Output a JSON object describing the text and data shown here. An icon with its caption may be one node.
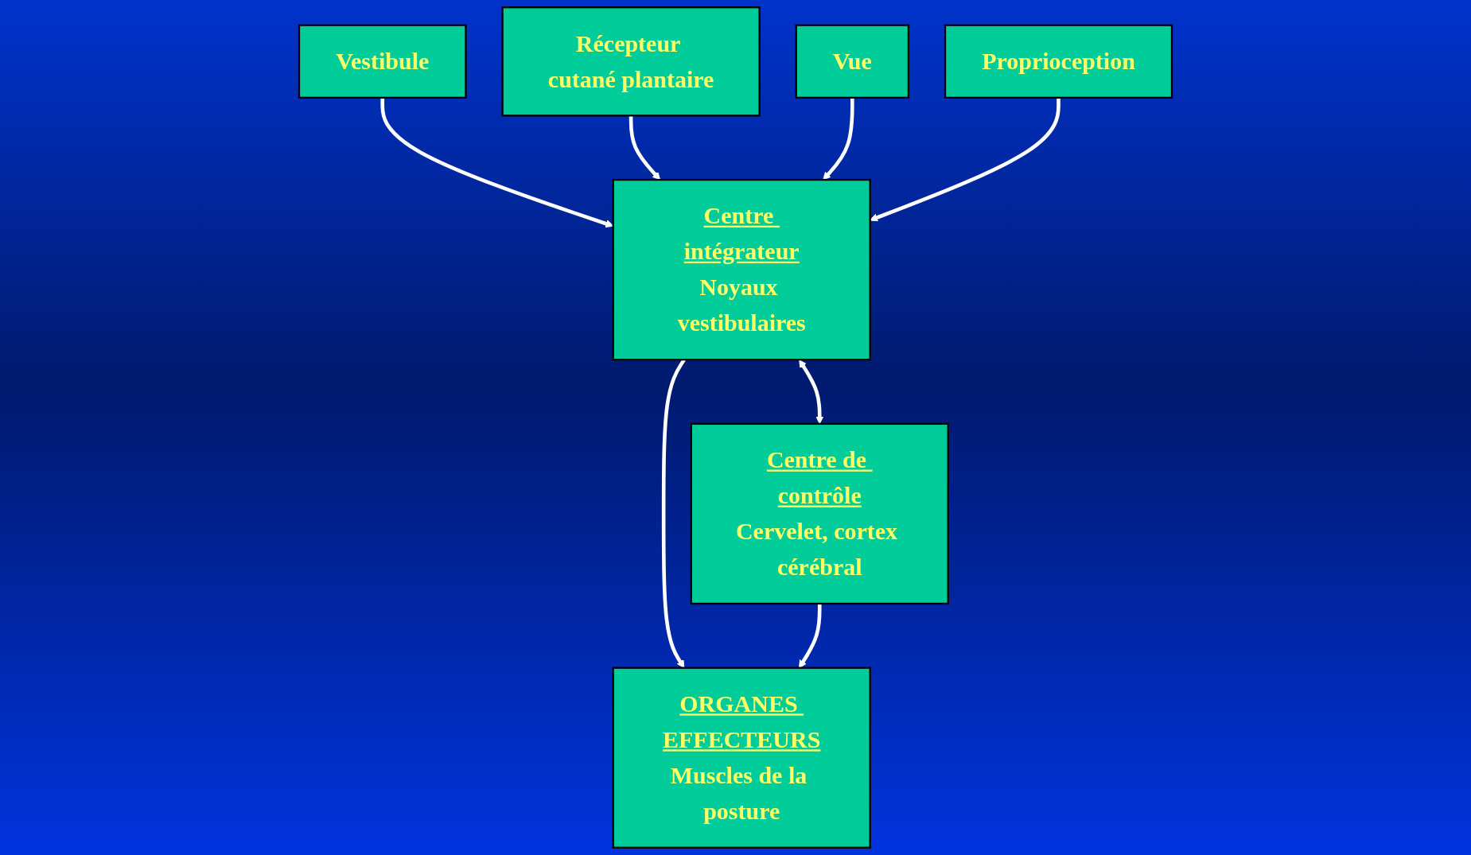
{
  "diagram": {
    "nodes": [
      {
        "text": [
          "Vestibule"
        ]
      },
      {
        "text": [
          "Récepteur cutané plantaire"
        ]
      },
      {
        "text": [
          "Vue"
        ]
      },
      {
        "text": [
          "Proprioception"
        ]
      },
      {
        "text": [
          "Centre intégrateur",
          "Noyaux vestibulaires"
        ]
      },
      {
        "text": [
          "Centre de contrôle",
          "Cervelet, cortex cérébral"
        ]
      },
      {
        "text": [
          "ORGANES EFFECTEURS",
          "Muscles de la posture"
        ]
      }
    ],
    "edges": [
      {
        "from": 0,
        "to": 4,
        "arrow": "to"
      },
      {
        "from": 1,
        "to": 4,
        "arrow": "to"
      },
      {
        "from": 2,
        "to": 4,
        "arrow": "to"
      },
      {
        "from": 3,
        "to": 4,
        "arrow": "to"
      },
      {
        "from": 4,
        "to": 5,
        "arrow": "both"
      },
      {
        "from": 4,
        "to": 6,
        "arrow": "to"
      },
      {
        "from": 5,
        "to": 6,
        "arrow": "to"
      }
    ]
  }
}
